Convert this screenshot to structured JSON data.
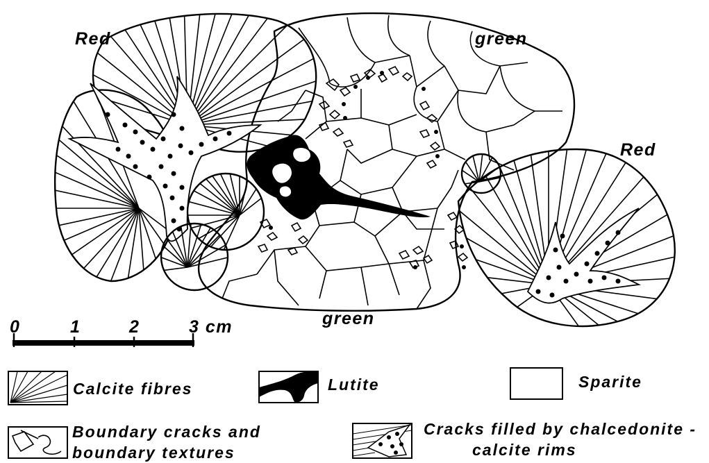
{
  "labels": {
    "red_top_left": "Red",
    "green_top": "green",
    "red_right": "Red",
    "green_bottom": "green"
  },
  "scale_bar": {
    "ticks": [
      "0",
      "1",
      "2",
      "3 cm"
    ]
  },
  "legend": {
    "calcite_fibres": "Calcite fibres",
    "lutite": "Lutite",
    "sparite": "Sparite",
    "boundary_line1": "Boundary cracks and",
    "boundary_line2": "boundary textures",
    "cracks_line1": "Cracks filled by chalcedonite -",
    "cracks_line2": "calcite rims"
  },
  "colors": {
    "ink": "#000000",
    "paper": "#ffffff"
  }
}
